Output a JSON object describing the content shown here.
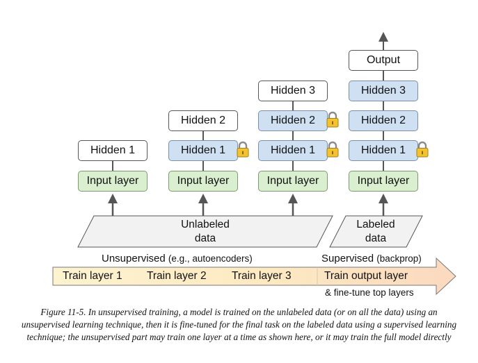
{
  "columns": [
    {
      "layers": [
        "Hidden 1",
        "Input layer"
      ]
    },
    {
      "layers": [
        "Hidden 2",
        "Hidden 1",
        "Input layer"
      ]
    },
    {
      "layers": [
        "Hidden 3",
        "Hidden 2",
        "Hidden 1",
        "Input layer"
      ]
    },
    {
      "layers": [
        "Output",
        "Hidden 3",
        "Hidden 2",
        "Hidden 1",
        "Input layer"
      ]
    }
  ],
  "data_blocks": {
    "unlabeled": {
      "line1": "Unlabeled",
      "line2": "data"
    },
    "labeled": {
      "line1": "Labeled",
      "line2": "data"
    }
  },
  "stages": {
    "unsupervised": {
      "main": "Unsupervised",
      "detail": "(e.g., autoencoders)"
    },
    "supervised": {
      "main": "Supervised",
      "detail": "(backprop)"
    }
  },
  "train_steps": [
    "Train layer 1",
    "Train layer 2",
    "Train layer 3",
    "Train output layer"
  ],
  "fine_tune_note": "& fine-tune top layers",
  "caption": "Figure 11-5. In unsupervised training, a model is trained on the unlabeled data (or on all the data) using an unsupervised learning technique, then it is fine-tuned for the final task on the labeled data using a supervised learning technique; the unsupervised part may train one layer at a time as shown here, or it may train the full model directly",
  "colors": {
    "frozen_layer": "#cfe0f3",
    "input_layer": "#d9efcf",
    "unsupervised_band": "#fdeec0",
    "supervised_band": "#fbe0c8",
    "lock": "#f2c230"
  },
  "icons": {
    "lock": "lock-icon",
    "arrow": "arrow-up-icon"
  }
}
